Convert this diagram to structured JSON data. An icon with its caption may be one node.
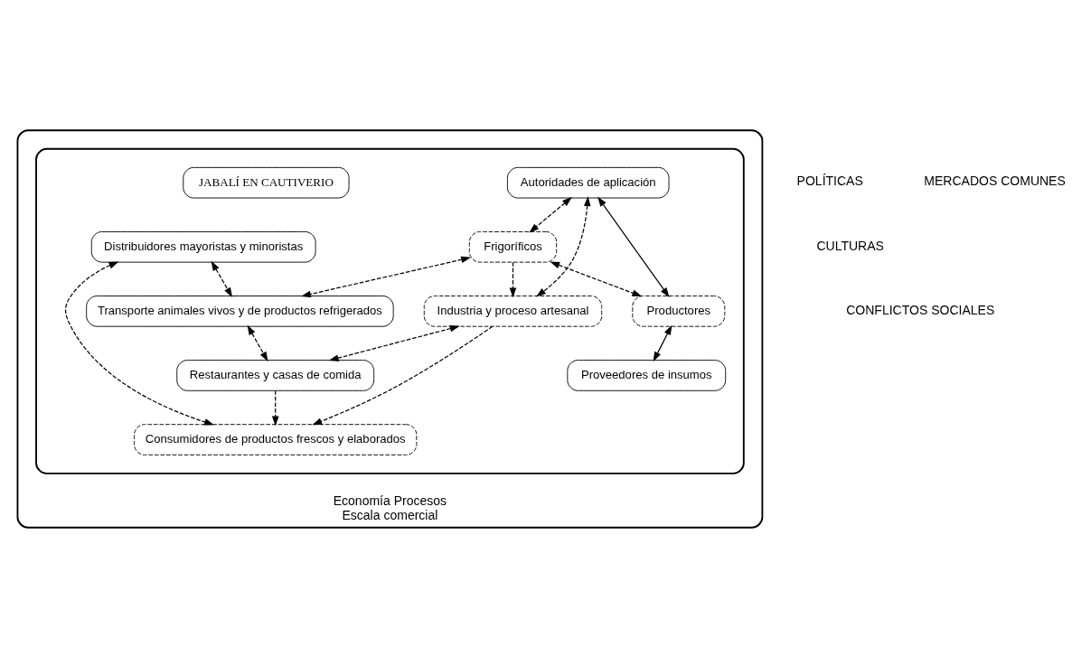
{
  "diagram": {
    "nodes": [
      {
        "text": [
          "Economía Procesos",
          "Escala comercial"
        ]
      },
      {
        "text": [],
        "shape": "ellipse",
        "in": 0
      },
      {
        "text": [
          "Productores"
        ],
        "in": 1
      },
      {
        "text": [
          "Autoridades de aplicación"
        ],
        "in": 1
      },
      {
        "text": [
          "Proveedores de insumos"
        ],
        "in": 1
      },
      {
        "text": [
          "JABALÍ EN CAUTIVERIO"
        ],
        "in": 1
      },
      {
        "text": [
          "Frigoríficos"
        ],
        "in": 1
      },
      {
        "text": [
          "Transporte animales vivos y de productos refrigerados"
        ],
        "in": 1
      },
      {
        "text": [
          "Distribuidores mayoristas y minoristas"
        ],
        "in": 1
      },
      {
        "text": [
          "Industria y proceso artesanal"
        ],
        "in": 1
      },
      {
        "text": [
          "Restaurantes y casas de comida"
        ],
        "in": 1
      },
      {
        "text": [
          "Consumidores de productos frescos y elaborados"
        ],
        "in": 1
      }
    ],
    "edges": [
      {
        "from": 3,
        "to": 2,
        "arrow": "both"
      },
      {
        "from": 2,
        "to": 4,
        "arrow": "both"
      },
      {
        "from": 3,
        "to": 6,
        "arrow": "both",
        "style": "dashed"
      },
      {
        "from": 6,
        "to": 2,
        "arrow": "both",
        "style": "dashed"
      },
      {
        "from": 3,
        "to": 9,
        "arrow": "both",
        "style": "dashed"
      },
      {
        "from": 6,
        "to": 7,
        "arrow": "both",
        "style": "dashed"
      },
      {
        "from": 6,
        "to": 9,
        "arrow": "to",
        "style": "dashed"
      },
      {
        "from": 8,
        "to": 7,
        "arrow": "both",
        "style": "dashed"
      },
      {
        "from": 9,
        "to": 11,
        "arrow": "to",
        "style": "dashed"
      },
      {
        "from": 8,
        "to": 11,
        "arrow": "both",
        "style": "dashed"
      },
      {
        "from": 7,
        "to": 10,
        "arrow": "both",
        "style": "dashed"
      },
      {
        "from": 10,
        "to": 11,
        "arrow": "to",
        "style": "dashed"
      },
      {
        "from": 9,
        "to": 10,
        "arrow": "both",
        "style": "dashed"
      }
    ],
    "labels": [
      "POLÍTICAS",
      "MERCADOS COMUNES",
      "CULTURAS",
      "CONFLICTOS SOCIALES"
    ]
  }
}
